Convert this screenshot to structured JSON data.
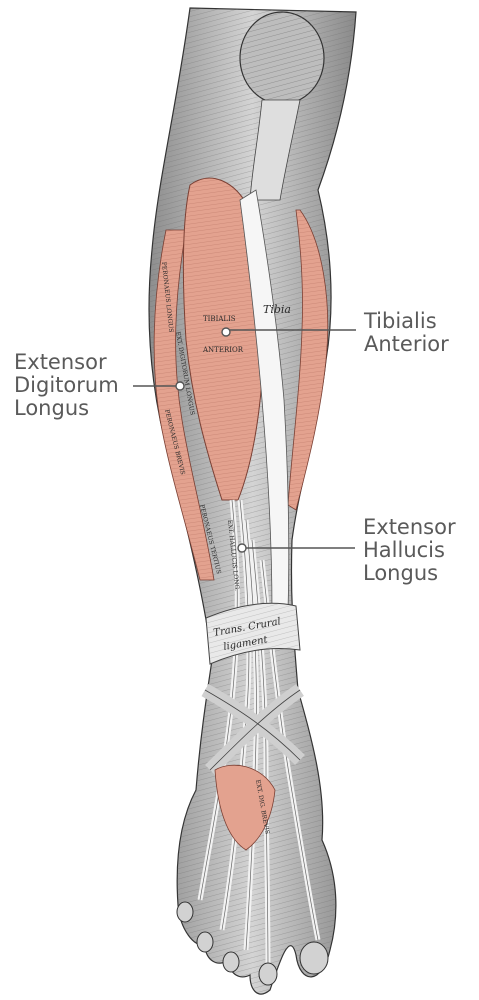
{
  "labels": {
    "tibialis_anterior": [
      "Tibialis",
      "Anterior"
    ],
    "extensor_digitorum_longus": [
      "Extensor",
      "Digitorum",
      "Longus"
    ],
    "extensor_hallucis_longus": [
      "Extensor",
      "Hallucis",
      "Longus"
    ]
  },
  "engraving_text": {
    "tibia": "Tibia",
    "tibialis": "TIBIALIS",
    "anterior": "ANTERIOR",
    "peroneus_longus": "PERONAEUS LONGUS",
    "ext_dig_longus": "EXT. DIGITORUM LONGUS",
    "peroneus_brevis": "PERONAEUS BREVIS",
    "peroneus_tertius": "PERONAEUS TERTIUS",
    "ext_hall_longus": "EXT. HALLUCIS LONG.",
    "ligament_line1": "Trans. Crural",
    "ligament_line2": "ligament",
    "dig_brevis": "EXT. DIG. BREVIS"
  },
  "colors": {
    "muscle": "#e3a28f",
    "muscle_dark": "#b86e5c",
    "tendon": "#ececec",
    "line": "#555555",
    "label_text": "#5a5a5a"
  }
}
